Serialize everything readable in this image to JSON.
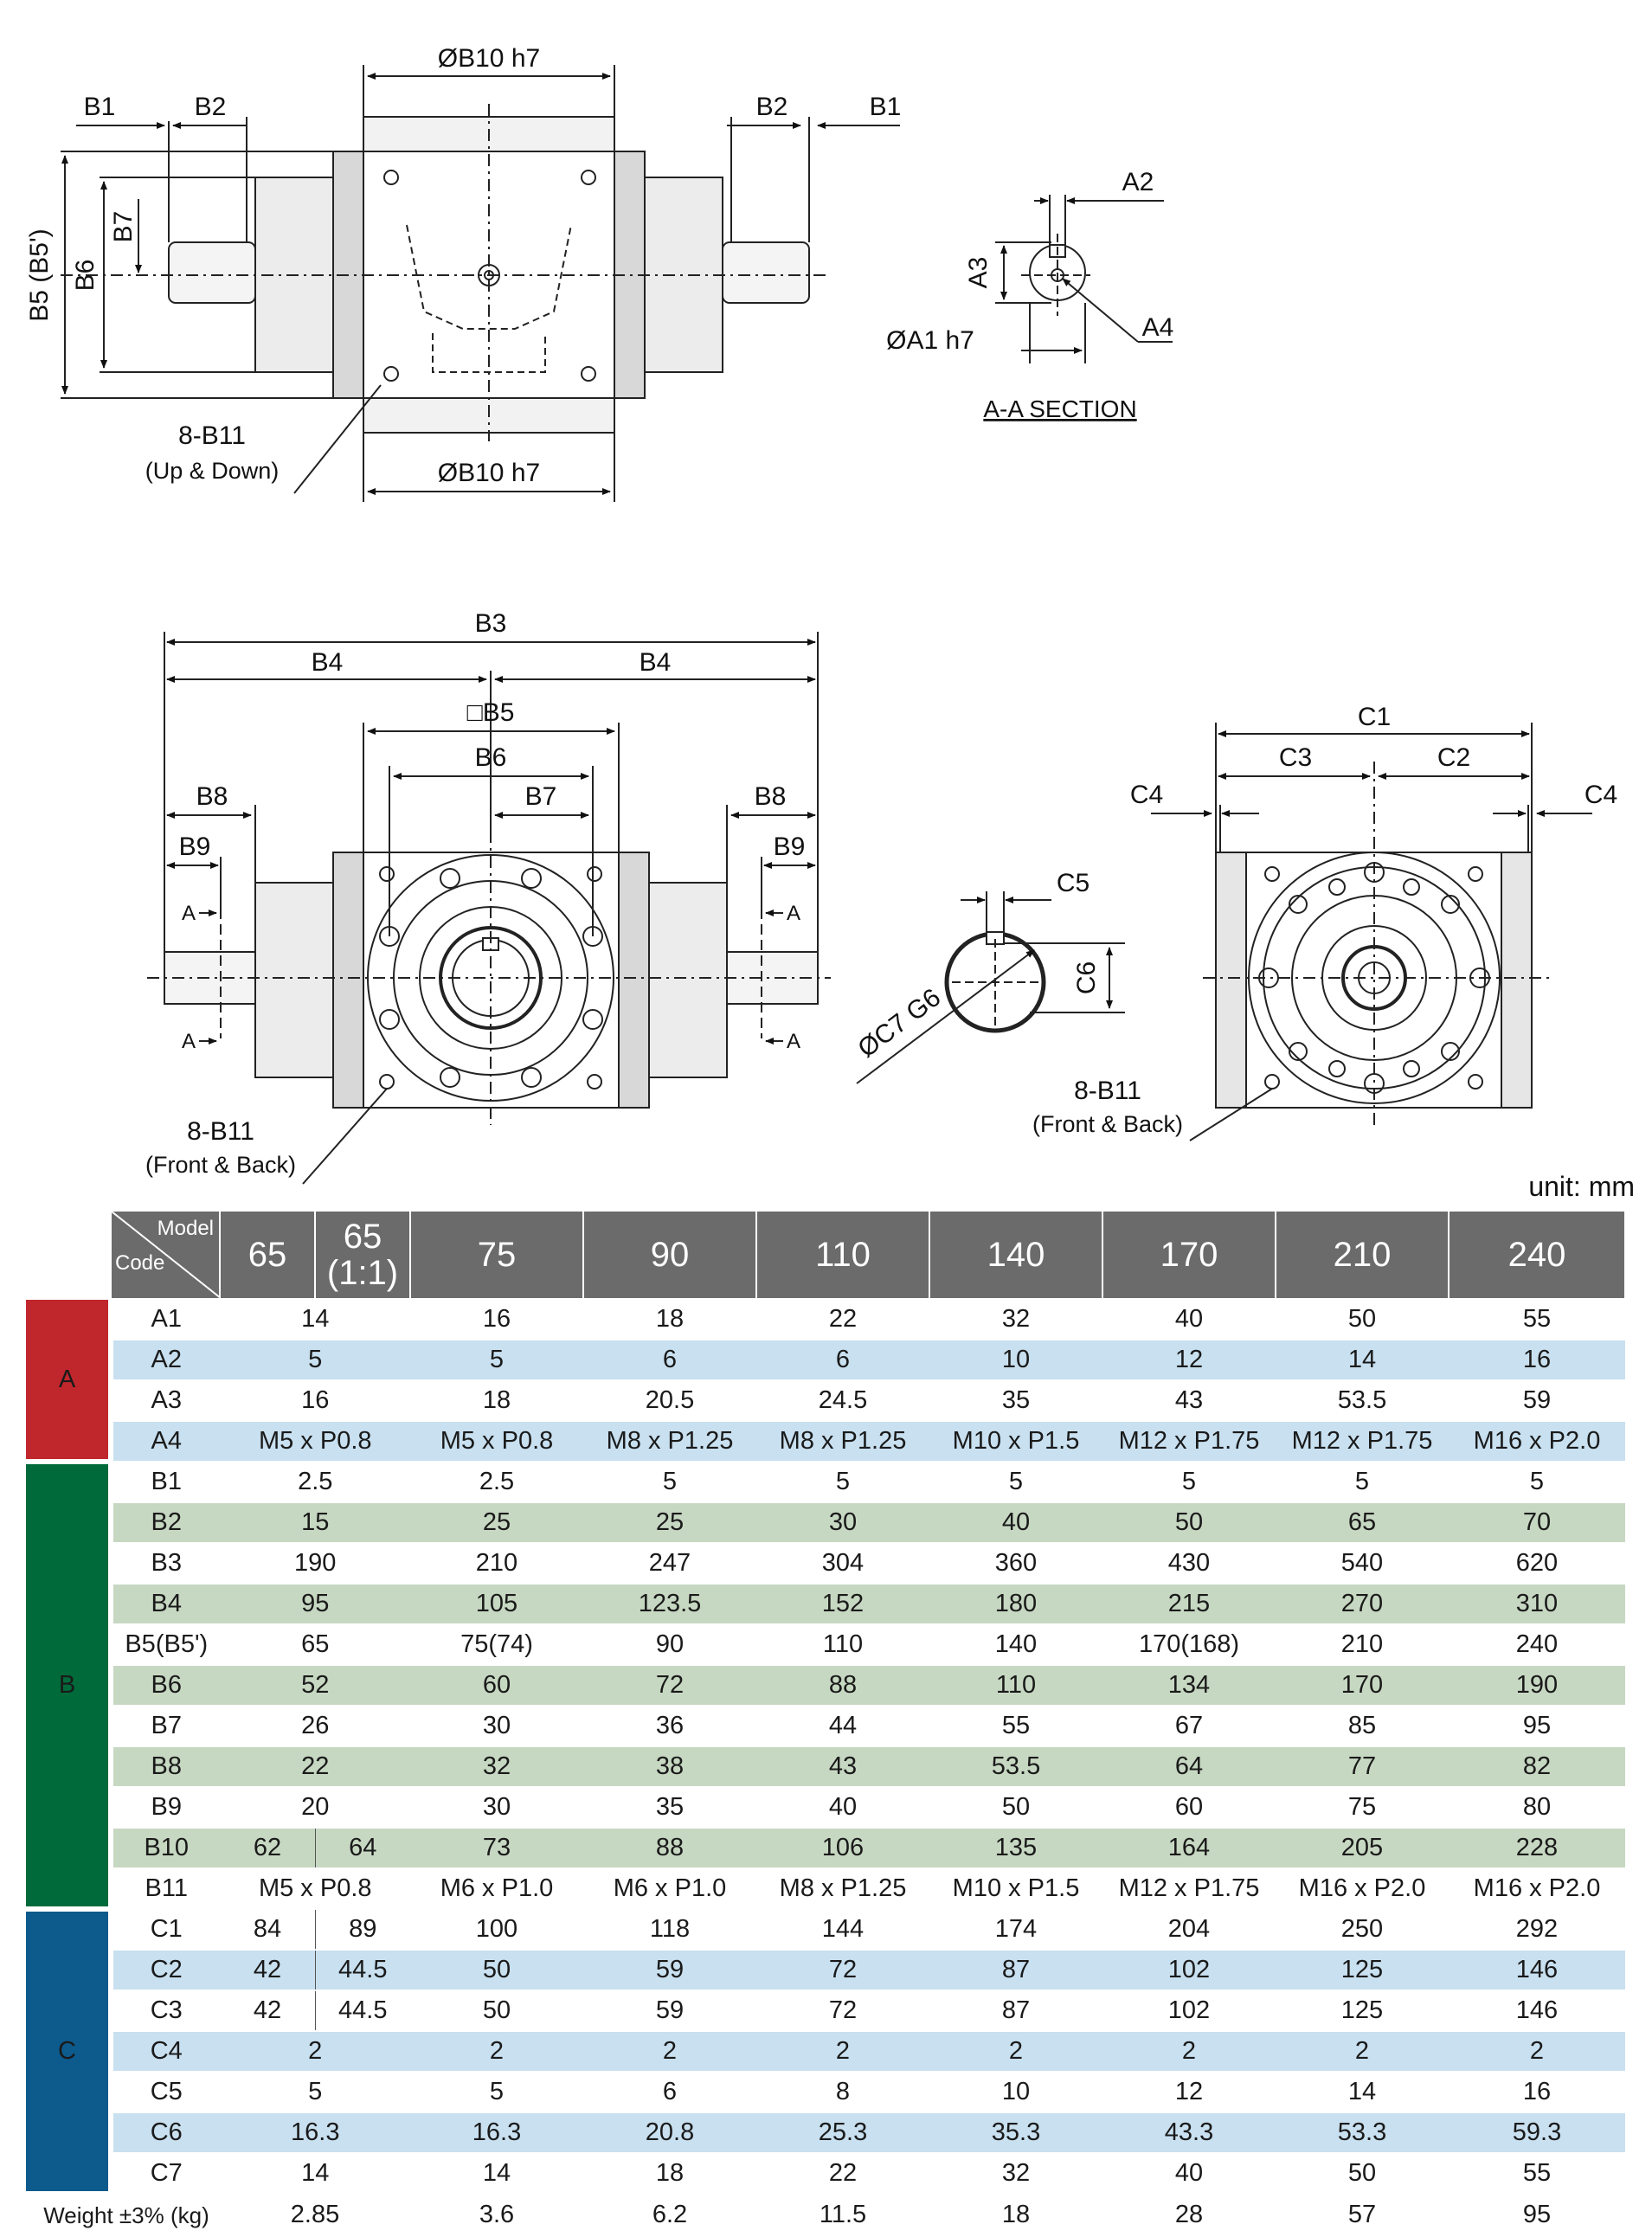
{
  "drawing": {
    "top_view": {
      "dims": [
        "ØB10 h7",
        "B1",
        "B2",
        "B2",
        "B1",
        "B5 (B5')",
        "B6",
        "B7",
        "ØB10 h7"
      ],
      "callout_main": "8-B11",
      "callout_sub": "(Up & Down)"
    },
    "section": {
      "dims": [
        "A2",
        "A3",
        "ØA1 h7",
        "A4"
      ],
      "title": "A-A SECTION"
    },
    "front_view": {
      "dims": [
        "B3",
        "B4",
        "B4",
        "□B5",
        "B6",
        "B7",
        "B8",
        "B8",
        "B9",
        "B9"
      ],
      "section_marks": [
        "A",
        "A",
        "A",
        "A"
      ],
      "callout_main": "8-B11",
      "callout_sub": "(Front & Back)"
    },
    "hollow_shaft": {
      "dims": [
        "C5",
        "C6",
        "ØC7 G6"
      ]
    },
    "side_view": {
      "dims": [
        "C1",
        "C3",
        "C2",
        "C4",
        "C4"
      ],
      "callout_main": "8-B11",
      "callout_sub": "(Front & Back)"
    }
  },
  "table": {
    "unit": "unit: mm",
    "corner_model": "Model",
    "corner_code": "Code",
    "models": [
      "65",
      "65\n(1:1)",
      "75",
      "90",
      "110",
      "140",
      "170",
      "210",
      "240"
    ],
    "model_65": "65",
    "model_65_11_a": "65",
    "model_65_11_b": "(1:1)",
    "groups": {
      "A": "A",
      "B": "B",
      "C": "C"
    },
    "rows": [
      {
        "code": "A1",
        "v65": "14",
        "v75": "16",
        "v90": "18",
        "v110": "22",
        "v140": "32",
        "v170": "40",
        "v210": "50",
        "v240": "55"
      },
      {
        "code": "A2",
        "v65": "5",
        "v75": "5",
        "v90": "6",
        "v110": "6",
        "v140": "10",
        "v170": "12",
        "v210": "14",
        "v240": "16"
      },
      {
        "code": "A3",
        "v65": "16",
        "v75": "18",
        "v90": "20.5",
        "v110": "24.5",
        "v140": "35",
        "v170": "43",
        "v210": "53.5",
        "v240": "59"
      },
      {
        "code": "A4",
        "v65": "M5 x P0.8",
        "v75": "M5 x P0.8",
        "v90": "M8 x P1.25",
        "v110": "M8 x P1.25",
        "v140": "M10 x P1.5",
        "v170": "M12 x P1.75",
        "v210": "M12 x P1.75",
        "v240": "M16 x P2.0"
      },
      {
        "code": "B1",
        "v65": "2.5",
        "v75": "2.5",
        "v90": "5",
        "v110": "5",
        "v140": "5",
        "v170": "5",
        "v210": "5",
        "v240": "5"
      },
      {
        "code": "B2",
        "v65": "15",
        "v75": "25",
        "v90": "25",
        "v110": "30",
        "v140": "40",
        "v170": "50",
        "v210": "65",
        "v240": "70"
      },
      {
        "code": "B3",
        "v65": "190",
        "v75": "210",
        "v90": "247",
        "v110": "304",
        "v140": "360",
        "v170": "430",
        "v210": "540",
        "v240": "620"
      },
      {
        "code": "B4",
        "v65": "95",
        "v75": "105",
        "v90": "123.5",
        "v110": "152",
        "v140": "180",
        "v170": "215",
        "v210": "270",
        "v240": "310"
      },
      {
        "code": "B5(B5')",
        "v65": "65",
        "v75": "75(74)",
        "v90": "90",
        "v110": "110",
        "v140": "140",
        "v170": "170(168)",
        "v210": "210",
        "v240": "240"
      },
      {
        "code": "B6",
        "v65": "52",
        "v75": "60",
        "v90": "72",
        "v110": "88",
        "v140": "110",
        "v170": "134",
        "v210": "170",
        "v240": "190"
      },
      {
        "code": "B7",
        "v65": "26",
        "v75": "30",
        "v90": "36",
        "v110": "44",
        "v140": "55",
        "v170": "67",
        "v210": "85",
        "v240": "95"
      },
      {
        "code": "B8",
        "v65": "22",
        "v75": "32",
        "v90": "38",
        "v110": "43",
        "v140": "53.5",
        "v170": "64",
        "v210": "77",
        "v240": "82"
      },
      {
        "code": "B9",
        "v65": "20",
        "v75": "30",
        "v90": "35",
        "v110": "40",
        "v140": "50",
        "v170": "60",
        "v210": "75",
        "v240": "80"
      },
      {
        "code": "B10",
        "v65a": "62",
        "v65b": "64",
        "v75": "73",
        "v90": "88",
        "v110": "106",
        "v140": "135",
        "v170": "164",
        "v210": "205",
        "v240": "228"
      },
      {
        "code": "B11",
        "v65": "M5 x P0.8",
        "v75": "M6 x P1.0",
        "v90": "M6 x P1.0",
        "v110": "M8 x P1.25",
        "v140": "M10 x P1.5",
        "v170": "M12 x P1.75",
        "v210": "M16 x P2.0",
        "v240": "M16 x P2.0"
      },
      {
        "code": "C1",
        "v65a": "84",
        "v65b": "89",
        "v75": "100",
        "v90": "118",
        "v110": "144",
        "v140": "174",
        "v170": "204",
        "v210": "250",
        "v240": "292"
      },
      {
        "code": "C2",
        "v65a": "42",
        "v65b": "44.5",
        "v75": "50",
        "v90": "59",
        "v110": "72",
        "v140": "87",
        "v170": "102",
        "v210": "125",
        "v240": "146"
      },
      {
        "code": "C3",
        "v65a": "42",
        "v65b": "44.5",
        "v75": "50",
        "v90": "59",
        "v110": "72",
        "v140": "87",
        "v170": "102",
        "v210": "125",
        "v240": "146"
      },
      {
        "code": "C4",
        "v65": "2",
        "v75": "2",
        "v90": "2",
        "v110": "2",
        "v140": "2",
        "v170": "2",
        "v210": "2",
        "v240": "2"
      },
      {
        "code": "C5",
        "v65": "5",
        "v75": "5",
        "v90": "6",
        "v110": "8",
        "v140": "10",
        "v170": "12",
        "v210": "14",
        "v240": "16"
      },
      {
        "code": "C6",
        "v65": "16.3",
        "v75": "16.3",
        "v90": "20.8",
        "v110": "25.3",
        "v140": "35.3",
        "v170": "43.3",
        "v210": "53.3",
        "v240": "59.3"
      },
      {
        "code": "C7",
        "v65": "14",
        "v75": "14",
        "v90": "18",
        "v110": "22",
        "v140": "32",
        "v170": "40",
        "v210": "50",
        "v240": "55"
      }
    ],
    "weight": {
      "label": "Weight ±3% (kg)",
      "v65": "2.85",
      "v75": "3.6",
      "v90": "6.2",
      "v110": "11.5",
      "v140": "18",
      "v170": "28",
      "v210": "57",
      "v240": "95"
    },
    "colors": {
      "header": "#6b6b6b",
      "groupA": "#c0272d",
      "groupB": "#006a3a",
      "groupC": "#0d5a8c",
      "stripeA": "#c8e0f0",
      "stripeB": "#c7d8c2",
      "stripeC": "#c8e0f0"
    }
  }
}
